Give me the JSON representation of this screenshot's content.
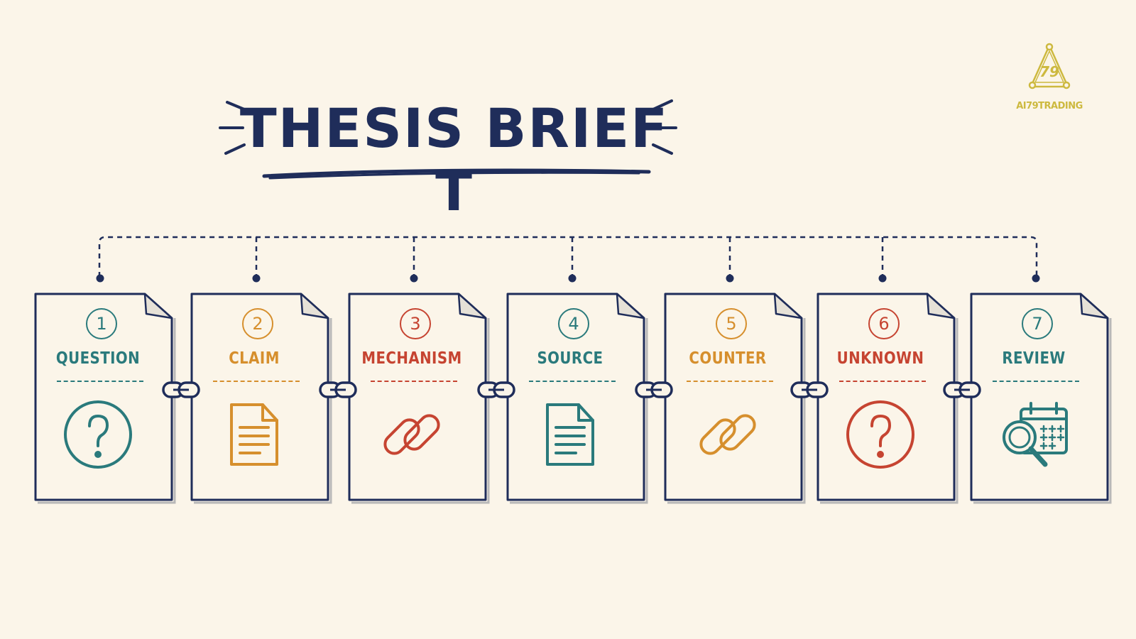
{
  "title": "THESIS BRIEF T",
  "logo": {
    "text": "AI79TRADING",
    "mark_text": "79",
    "color": "#cdb93f"
  },
  "colors": {
    "navy": "#1f2d5a",
    "teal": "#2a7a7c",
    "orange": "#d68f2d",
    "red": "#c64431",
    "background": "#fbf5e9"
  },
  "steps": [
    {
      "number": "1",
      "label": "QUESTION",
      "color": "#2a7a7c",
      "icon": "question-icon"
    },
    {
      "number": "2",
      "label": "CLAIM",
      "color": "#d68f2d",
      "icon": "document-icon"
    },
    {
      "number": "3",
      "label": "MECHANISM",
      "color": "#c64431",
      "icon": "link-icon"
    },
    {
      "number": "4",
      "label": "SOURCE",
      "color": "#2a7a7c",
      "icon": "document-icon"
    },
    {
      "number": "5",
      "label": "COUNTER",
      "color": "#d68f2d",
      "icon": "link-icon"
    },
    {
      "number": "6",
      "label": "UNKNOWN",
      "color": "#c64431",
      "icon": "question-icon"
    },
    {
      "number": "7",
      "label": "REVIEW",
      "color": "#2a7a7c",
      "icon": "calendar-search-icon"
    }
  ]
}
